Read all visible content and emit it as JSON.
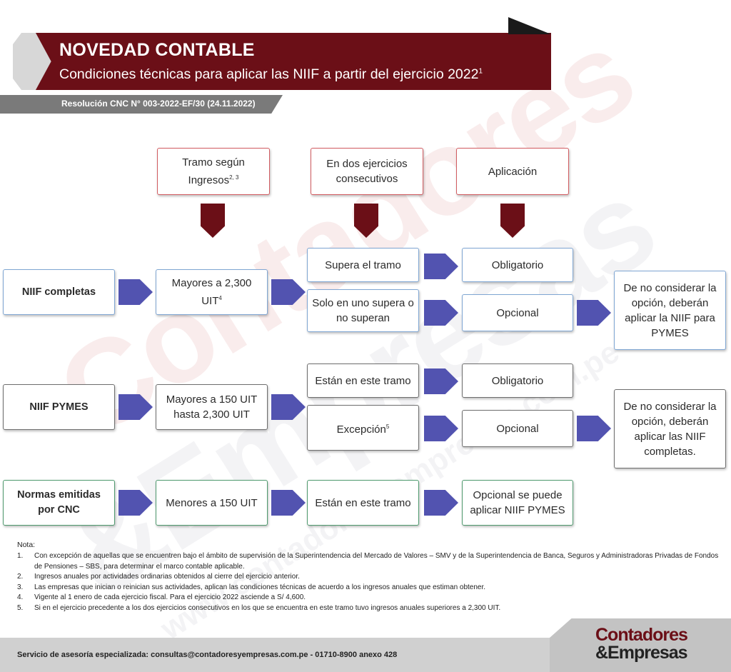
{
  "header": {
    "title": "NOVEDAD CONTABLE",
    "subtitle": "Condiciones técnicas para aplicar las NIIF a partir del ejercicio 2022",
    "subtitle_sup": "1",
    "resolution": "Resolución CNC N° 003-2022-EF/30 (24.11.2022)"
  },
  "watermark": {
    "line1": "Contadores",
    "line2": "&Empresas",
    "url": "www.contadoresyempresas.com.pe"
  },
  "columns": {
    "tramo": "Tramo según Ingresos",
    "tramo_sup": "2, 3",
    "ejercicios": "En dos ejercicios consecutivos",
    "aplicacion": "Aplicación"
  },
  "rows": {
    "completas": {
      "label": "NIIF completas",
      "tramo": "Mayores a 2,300 UIT",
      "tramo_sup": "4",
      "cond1": "Supera el tramo",
      "cond2": "Solo en uno supera o no superan",
      "app1": "Obligatorio",
      "app2": "Opcional",
      "note": "De no considerar la opción, deberán aplicar la NIIF para PYMES"
    },
    "pymes": {
      "label": "NIIF PYMES",
      "tramo": "Mayores a 150 UIT hasta 2,300 UIT",
      "cond1": "Están en este tramo",
      "cond2": "Excepción",
      "cond2_sup": "5",
      "app1": "Obligatorio",
      "app2": "Opcional",
      "note": "De no considerar la opción, deberán aplicar las NIIF completas."
    },
    "cnc": {
      "label": "Normas emitidas por CNC",
      "tramo": "Menores a 150 UIT",
      "cond": "Están en este tramo",
      "app": "Opcional se puede aplicar NIIF PYMES"
    }
  },
  "notes": {
    "title": "Nota:",
    "items": [
      {
        "num": "1.",
        "text": "Con excepción de aquellas que se encuentren bajo el ámbito de supervisión de la Superintendencia del Mercado de Valores – SMV y de la Superintendencia de Banca, Seguros y Administradoras Privadas de Fondos de Pensiones – SBS, para determinar el marco contable aplicable."
      },
      {
        "num": "2.",
        "text": "Ingresos anuales por actividades ordinarias obtenidos al cierre del ejercicio anterior."
      },
      {
        "num": "3.",
        "text": "Las empresas que inician o reinician sus actividades, aplican las condiciones técnicas de acuerdo a los ingresos anuales que estiman obtener."
      },
      {
        "num": "4.",
        "text": "Vigente al 1 enero de cada ejercicio fiscal. Para el ejercicio 2022 asciende a S/ 4,600."
      },
      {
        "num": "5.",
        "text": "Si en el ejercicio precedente a los dos ejercicios consecutivos en los que se encuentra en este tramo tuvo ingresos anuales superiores a 2,300 UIT."
      }
    ]
  },
  "footer": {
    "contact": "Servicio de asesoría especializada: consultas@contadoresyempresas.com.pe - 01710-8900 anexo 428",
    "logo_line1": "Contadores",
    "logo_line2": "&Empresas"
  }
}
